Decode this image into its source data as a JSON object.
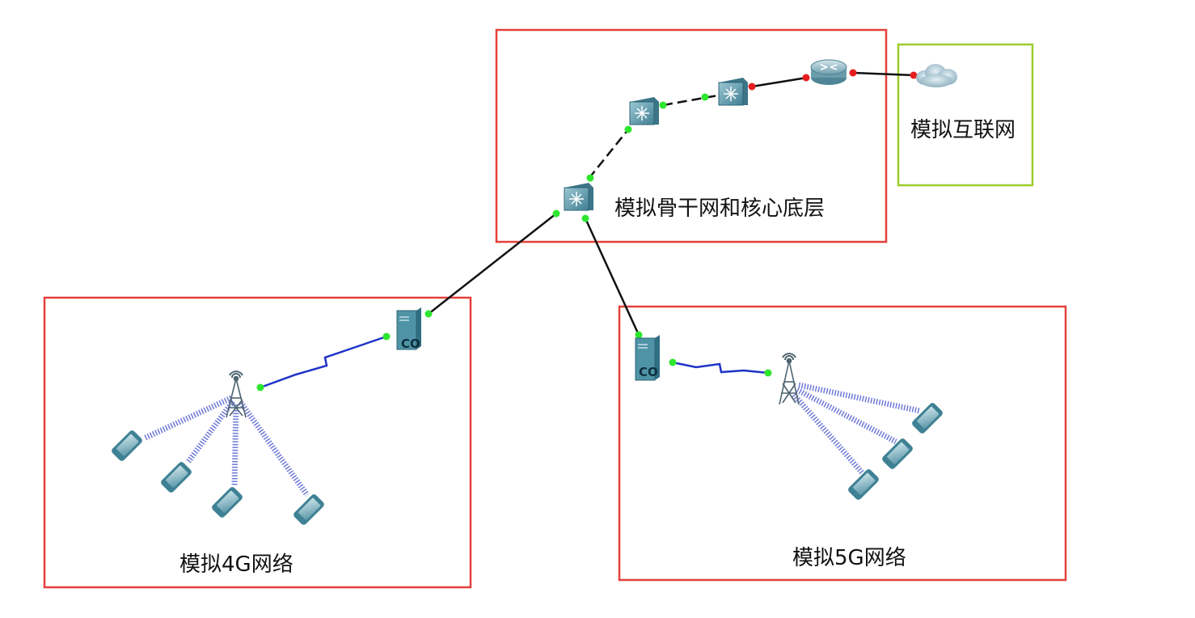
{
  "colors": {
    "region_border_red": "#e5403a",
    "region_border_green": "#9dcc2a",
    "link_black": "#111111",
    "link_serial": "#1f33c8",
    "link_wireless": "#6e79d6",
    "port_up": "#2ee62e",
    "port_down": "#e51f1f",
    "device_body": "#4f93a6"
  },
  "regions": {
    "core": {
      "label": "模拟骨干网和核心底层"
    },
    "internet": {
      "label": "模拟互联网"
    },
    "net4g": {
      "label": "模拟4G网络"
    },
    "net5g": {
      "label": "模拟5G网络"
    }
  },
  "devices": {
    "co_4g_text": "CO",
    "co_5g_text": "CO"
  },
  "icons": {
    "router": "router-icon",
    "switch": "multilayer-switch-icon",
    "cloud": "cloud-icon",
    "tower": "cell-tower-icon",
    "phone": "smartphone-icon",
    "co_server": "central-office-server-icon"
  }
}
